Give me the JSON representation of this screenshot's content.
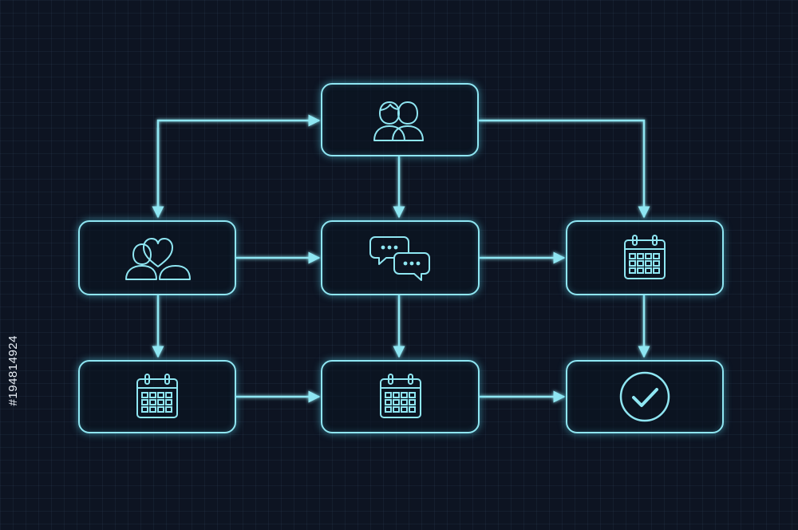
{
  "diagram": {
    "accent": "#8fe6f2",
    "background": "#0d1422",
    "nodes": [
      {
        "id": "team",
        "icon": "users-icon"
      },
      {
        "id": "match",
        "icon": "heart-couple-icon"
      },
      {
        "id": "chat",
        "icon": "chat-bubbles-icon"
      },
      {
        "id": "plan",
        "icon": "calendar-icon"
      },
      {
        "id": "date-1",
        "icon": "calendar-icon"
      },
      {
        "id": "date-2",
        "icon": "calendar-icon"
      },
      {
        "id": "done",
        "icon": "check-circle-icon"
      }
    ],
    "edges": [
      {
        "from": "match",
        "to": "team"
      },
      {
        "from": "team",
        "to": "match"
      },
      {
        "from": "team",
        "to": "chat"
      },
      {
        "from": "team",
        "to": "plan"
      },
      {
        "from": "match",
        "to": "chat"
      },
      {
        "from": "chat",
        "to": "plan"
      },
      {
        "from": "match",
        "to": "date-1"
      },
      {
        "from": "chat",
        "to": "date-2"
      },
      {
        "from": "plan",
        "to": "done"
      },
      {
        "from": "date-1",
        "to": "date-2"
      },
      {
        "from": "date-2",
        "to": "done"
      }
    ]
  },
  "watermark": {
    "id_text": "#194814924"
  }
}
